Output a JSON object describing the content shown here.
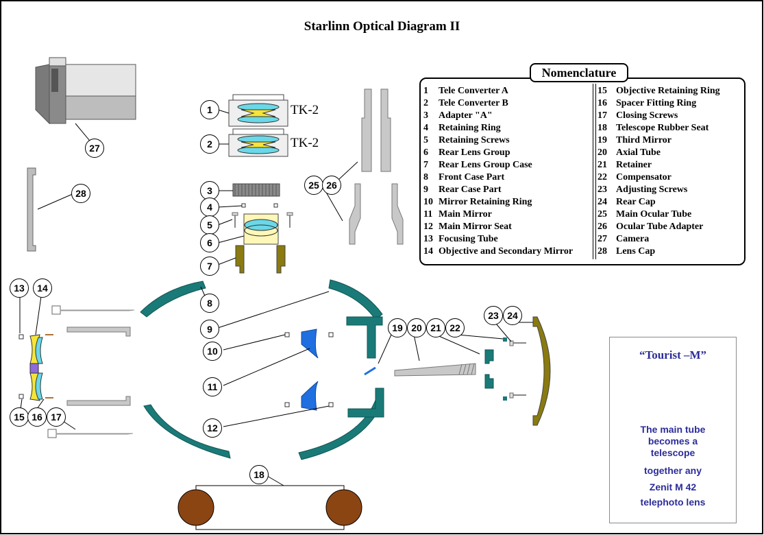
{
  "title": "Starlinn Optical Diagram II",
  "nomenclature": {
    "heading": "Nomenclature",
    "left": [
      {
        "num": "1",
        "label": "Tele Converter A"
      },
      {
        "num": "2",
        "label": "Tele Converter B"
      },
      {
        "num": "3",
        "label": "Adapter \"A\""
      },
      {
        "num": "4",
        "label": "Retaining Ring"
      },
      {
        "num": "5",
        "label": "Retaining Screws"
      },
      {
        "num": "6",
        "label": "Rear Lens Group"
      },
      {
        "num": "7",
        "label": "Rear Lens Group Case"
      },
      {
        "num": "8",
        "label": "Front Case Part"
      },
      {
        "num": "9",
        "label": "Rear Case Part"
      },
      {
        "num": "10",
        "label": "Mirror Retaining Ring"
      },
      {
        "num": "11",
        "label": "Main Mirror"
      },
      {
        "num": "12",
        "label": "Main Mirror Seat"
      },
      {
        "num": "13",
        "label": "Focusing Tube"
      },
      {
        "num": "14",
        "label": "Objective and Secondary Mirror"
      }
    ],
    "right": [
      {
        "num": "15",
        "label": "Objective Retaining Ring"
      },
      {
        "num": "16",
        "label": "Spacer Fitting Ring"
      },
      {
        "num": "17",
        "label": "Closing Screws"
      },
      {
        "num": "18",
        "label": "Telescope Rubber Seat"
      },
      {
        "num": "19",
        "label": "Third Mirror"
      },
      {
        "num": "20",
        "label": "Axial Tube"
      },
      {
        "num": "21",
        "label": "Retainer"
      },
      {
        "num": "22",
        "label": "Compensator"
      },
      {
        "num": "23",
        "label": "Adjusting Screws"
      },
      {
        "num": "24",
        "label": "Rear Cap"
      },
      {
        "num": "25",
        "label": "Main Ocular Tube"
      },
      {
        "num": "26",
        "label": "Ocular Tube Adapter"
      },
      {
        "num": "27",
        "label": "Camera"
      },
      {
        "num": "28",
        "label": "Lens Cap"
      }
    ]
  },
  "tk_labels": [
    "TK-2",
    "TK-2"
  ],
  "callouts": [
    "1",
    "2",
    "3",
    "4",
    "5",
    "6",
    "7",
    "8",
    "9",
    "10",
    "11",
    "12",
    "13",
    "14",
    "15",
    "16",
    "17",
    "18",
    "19",
    "20",
    "21",
    "22",
    "23",
    "24",
    "25",
    "26",
    "27",
    "28"
  ],
  "tourist": {
    "title": "“Tourist –M”",
    "lines": [
      "The main tube",
      "becomes a",
      "telescope",
      "together any",
      "Zenit M 42",
      "telephoto lens"
    ]
  },
  "colors": {
    "teal": "#1a7a78",
    "olive": "#8a7a10",
    "gray": "#c8c8c8",
    "blue_mirror": "#1f6fe0",
    "lens_cyan": "#6ad8e8",
    "yellow": "#f5e43a",
    "brown": "#8b4513",
    "text_blue": "#2c2c9a"
  }
}
